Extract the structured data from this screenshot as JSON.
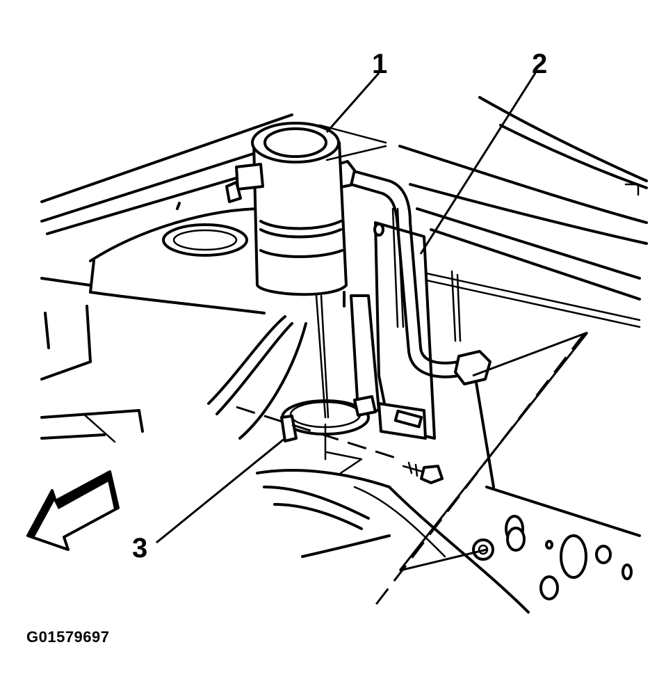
{
  "callouts": {
    "item1": "1",
    "item2": "2",
    "item3": "3"
  },
  "figure_id": "G01579697",
  "icons": {
    "direction_arrow": "forward-arrow-icon"
  }
}
